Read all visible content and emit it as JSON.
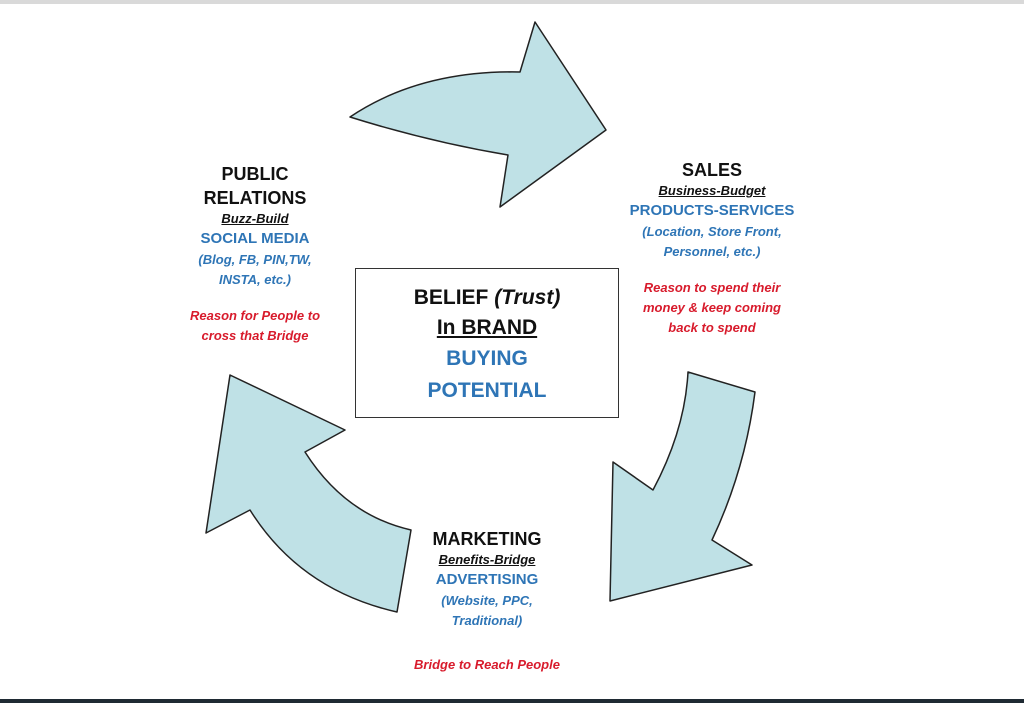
{
  "center": {
    "belief": "BELIEF",
    "trust": "(Trust)",
    "in_brand": "In BRAND",
    "buying": "BUYING",
    "potential": "POTENTIAL"
  },
  "public_relations": {
    "title_line1": "PUBLIC",
    "title_line2": "RELATIONS",
    "subtitle": "Buzz-Build",
    "category": "SOCIAL MEDIA",
    "examples_line1": "(Blog, FB, PIN,TW,",
    "examples_line2": "INSTA, etc.)",
    "reason_line1": "Reason for People to",
    "reason_line2": "cross that Bridge"
  },
  "sales": {
    "title": "SALES",
    "subtitle": "Business-Budget",
    "category": "PRODUCTS-SERVICES",
    "examples_line1": "(Location, Store Front,",
    "examples_line2": "Personnel, etc.)",
    "reason_line1": "Reason to spend their",
    "reason_line2": "money &  keep coming",
    "reason_line3": "back to spend"
  },
  "marketing": {
    "title": "MARKETING",
    "subtitle": "Benefits-Bridge",
    "category": "ADVERTISING",
    "examples_line1": "(Website, PPC,",
    "examples_line2": "Traditional)",
    "reason": "Bridge to Reach People"
  },
  "colors": {
    "arrow_fill": "#bfe1e6",
    "arrow_stroke": "#222222",
    "blue_text": "#2e75b6",
    "red_text": "#d81b2c"
  }
}
